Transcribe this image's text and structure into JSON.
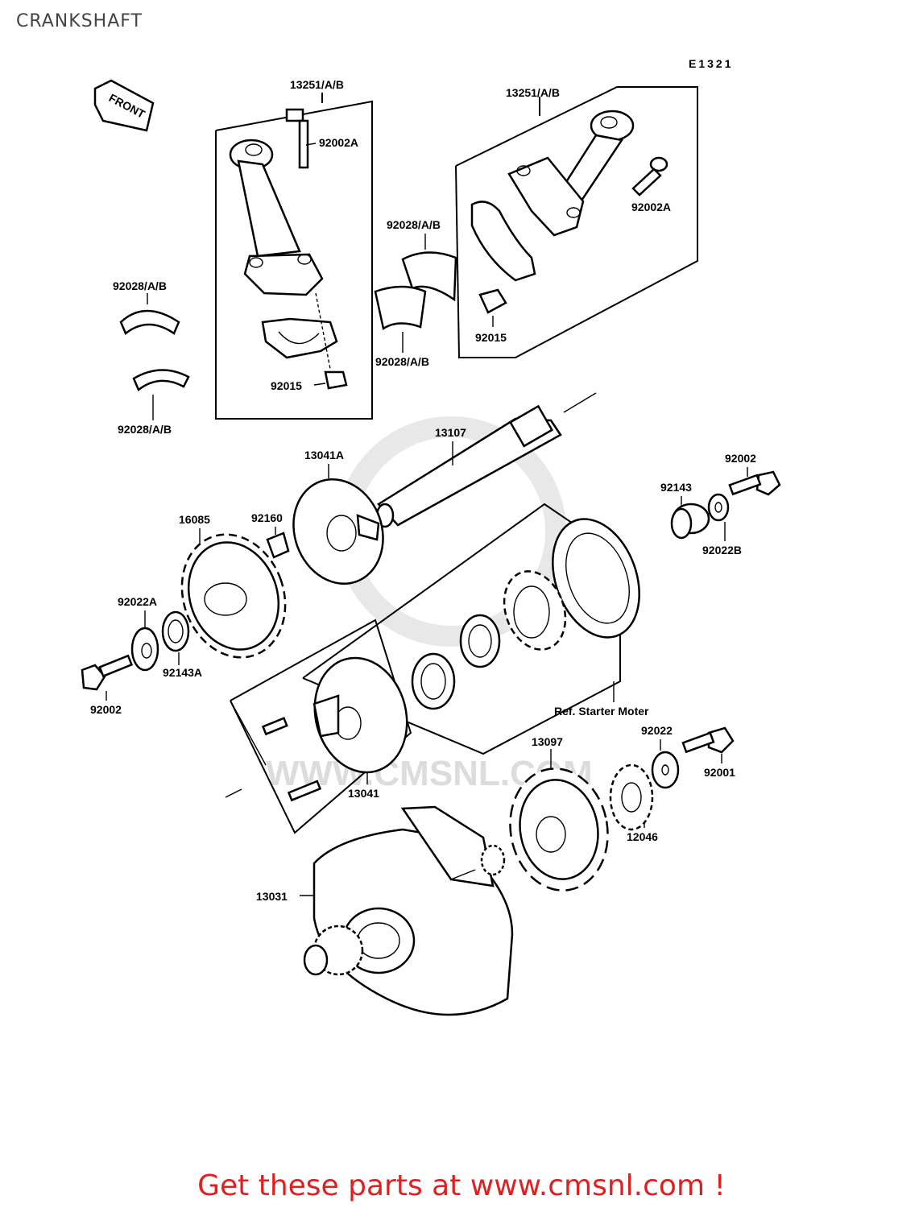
{
  "page": {
    "title": "CRANKSHAFT",
    "footer_text": "Get these parts at www.cmsnl.com !",
    "watermark": "WWW.CMSNL.COM",
    "accent_color": "#e02020"
  },
  "diagram": {
    "code": "E1321",
    "front_arrow": "FRONT",
    "labels": {
      "conrod_left": "13251/A/B",
      "conrod_right": "13251/A/B",
      "bolt_left": "92002A",
      "bolt_right": "92002A",
      "bearing_upper_mid": "92028/A/B",
      "bearing_left_upper": "92028/A/B",
      "bearing_left_lower": "92028/A/B",
      "bearing_lower_mid": "92028/A/B",
      "nut_left": "92015",
      "nut_right": "92015",
      "shaft": "13107",
      "clutch_outer": "13041A",
      "key": "92160",
      "sprocket": "16085",
      "bolt_top_right": "92002",
      "collar_right": "92143",
      "washer_right": "92022B",
      "washer_left": "92022A",
      "collar_left": "92143A",
      "bolt_left_bottom": "92002",
      "ref_starter": "Ref. Starter Moter",
      "washer_mid_right": "92022",
      "gear_large": "13097",
      "bolt_mid_right": "92001",
      "clutch_inner": "13041",
      "gear_small": "12046",
      "crankshaft": "13031"
    }
  }
}
